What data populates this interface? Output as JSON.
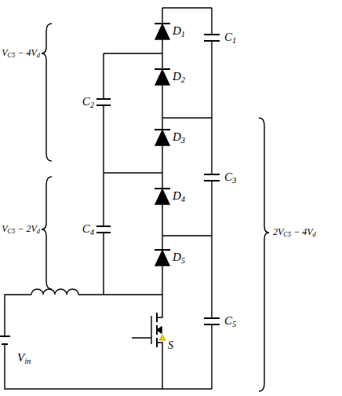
{
  "diagram": {
    "labels": [
      "D1",
      "D2",
      "D3",
      "D4",
      "D5",
      "C1",
      "C2",
      "C3",
      "C4",
      "C5",
      "VC5 − 4Vd",
      "VC5 − 2Vd",
      "2VC5 − 4Vd",
      "Vin",
      "S"
    ]
  }
}
